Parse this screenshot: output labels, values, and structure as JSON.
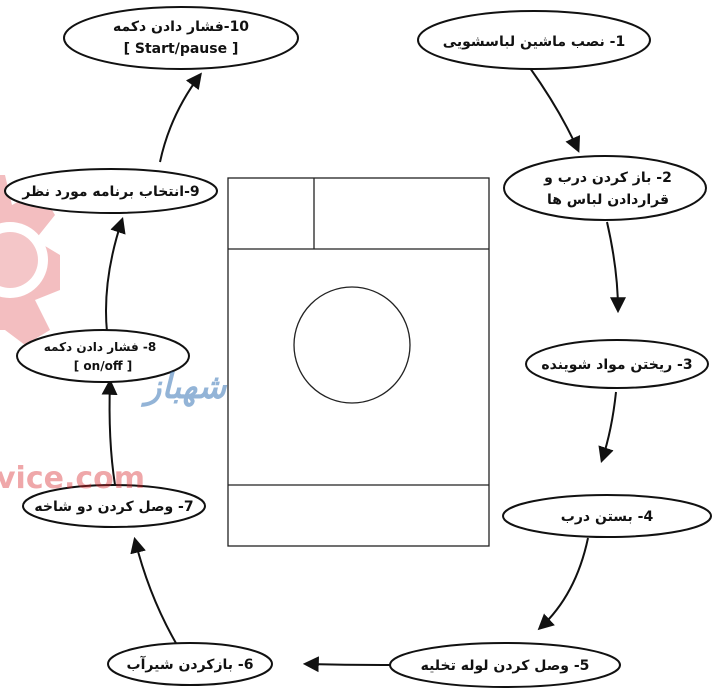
{
  "diagram": {
    "steps": [
      {
        "id": 1,
        "lines": [
          "1- نصب ماشین لباسشویی"
        ]
      },
      {
        "id": 2,
        "lines": [
          "2- باز کردن درب و",
          "قراردادن لباس ها"
        ]
      },
      {
        "id": 3,
        "lines": [
          "3- ریختن مواد شوینده"
        ]
      },
      {
        "id": 4,
        "lines": [
          "4- بستن درب"
        ]
      },
      {
        "id": 5,
        "lines": [
          "5- وصل کردن لوله تخلیه"
        ]
      },
      {
        "id": 6,
        "lines": [
          "6- بازکردن شیرآب"
        ]
      },
      {
        "id": 7,
        "lines": [
          "7- وصل کردن دو شاخه"
        ]
      },
      {
        "id": 8,
        "lines": [
          "8- فشار دادن دکمه",
          "[ on/off ]"
        ]
      },
      {
        "id": 9,
        "lines": [
          "9-انتخاب برنامه مورد نظر"
        ]
      },
      {
        "id": 10,
        "lines": [
          "10-فشار دادن دکمه",
          "[ Start/pause ]"
        ]
      }
    ],
    "watermark": {
      "brand_fa": "شهباز",
      "brand_url": "vice.com",
      "color_red": "#d8252b",
      "color_blue": "#3b78b8"
    }
  }
}
